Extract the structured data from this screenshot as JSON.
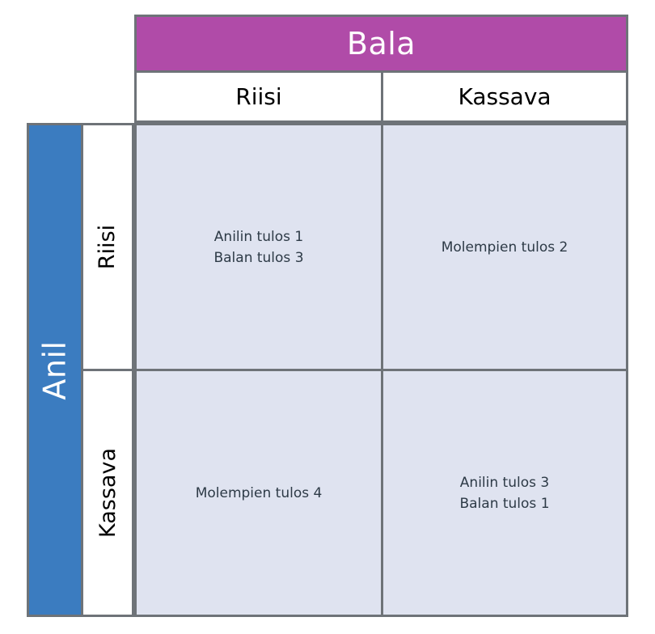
{
  "matrix": {
    "column_player": {
      "name": "Bala",
      "banner_color": "#b04ba8",
      "banner_text_color": "#ffffff",
      "strategies": [
        "Riisi",
        "Kassava"
      ]
    },
    "row_player": {
      "name": "Anil",
      "banner_color": "#3b7cc0",
      "banner_text_color": "#ffffff",
      "strategies": [
        "Riisi",
        "Kassava"
      ]
    },
    "grid_line_color": "#6e7378",
    "cell_fill_color": "#dfe3f0",
    "cell_text_color": "#2d3a46",
    "cells": [
      [
        {
          "lines": [
            "Anilin tulos 1",
            "Balan tulos 3"
          ]
        },
        {
          "lines": [
            "Molempien tulos 2"
          ]
        }
      ],
      [
        {
          "lines": [
            "Molempien tulos 4"
          ]
        },
        {
          "lines": [
            "Anilin tulos 3",
            "Balan tulos 1"
          ]
        }
      ]
    ]
  }
}
